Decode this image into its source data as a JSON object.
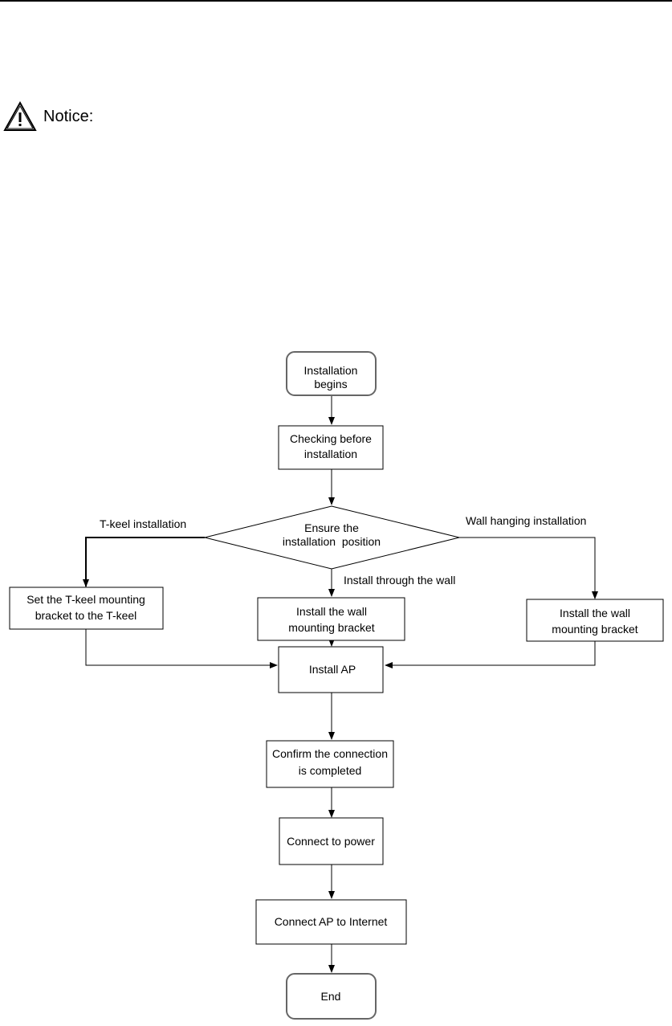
{
  "notice": {
    "label": "Notice:"
  },
  "flowchart": {
    "nodes": {
      "start": [
        "Installation",
        "begins"
      ],
      "check": [
        "Checking before",
        "installation"
      ],
      "decision": [
        "Ensure the",
        "installation  position"
      ],
      "tkeel": [
        "Set the T-keel mounting",
        "bracket to the T-keel"
      ],
      "wall_through": [
        "Install the wall",
        "mounting bracket"
      ],
      "wall_hanging": [
        "Install the wall",
        "mounting bracket"
      ],
      "install_ap": [
        "Install AP"
      ],
      "confirm": [
        "Confirm the connection",
        "is completed"
      ],
      "power": [
        "Connect to power"
      ],
      "internet": [
        "Connect AP to Internet"
      ],
      "end": [
        "End"
      ]
    },
    "edge_labels": {
      "tkeel": "T-keel installation",
      "through_wall": "Install through the wall",
      "wall_hanging": "Wall hanging installation"
    }
  }
}
